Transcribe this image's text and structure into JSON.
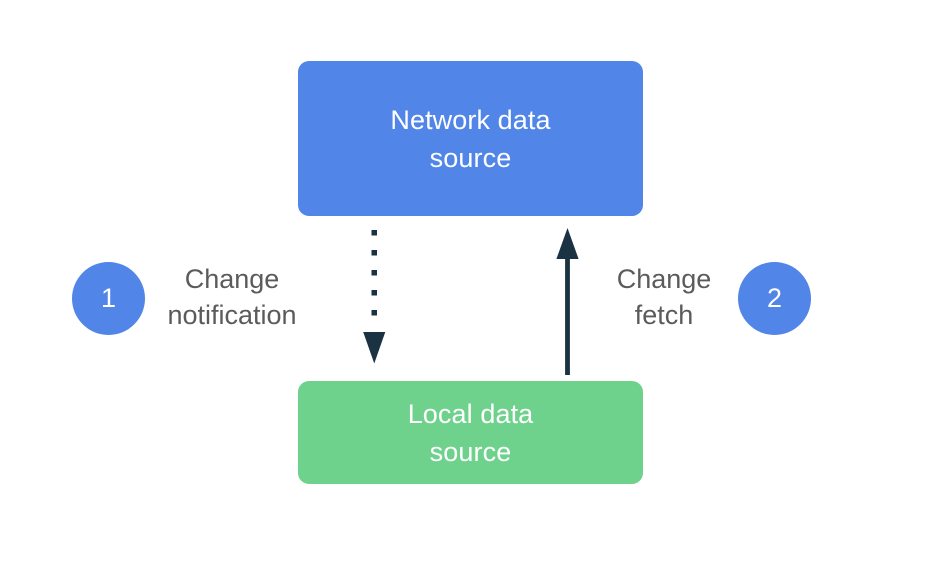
{
  "diagram": {
    "title_visible": false,
    "background_color": "#ffffff",
    "nodes": [
      {
        "id": "network-data-source",
        "label": "Network data\nsource",
        "color": "#5185e8",
        "text_color": "#ffffff"
      },
      {
        "id": "local-data-source",
        "label": "Local data\nsource",
        "color": "#6ed28d",
        "text_color": "#ffffff"
      }
    ],
    "badges": [
      {
        "id": "step-1",
        "number": "1",
        "color": "#5185e8"
      },
      {
        "id": "step-2",
        "number": "2",
        "color": "#5185e8"
      }
    ],
    "captions": [
      {
        "id": "change-notification",
        "text": "Change\nnotification",
        "color": "#5b5b5b"
      },
      {
        "id": "change-fetch",
        "text": "Change\nfetch",
        "color": "#5b5b5b"
      }
    ],
    "arrows": [
      {
        "id": "arrow-change-notification",
        "style": "dotted",
        "direction": "down",
        "from": "network-data-source",
        "to": "local-data-source",
        "color": "#1b3243"
      },
      {
        "id": "arrow-change-fetch",
        "style": "solid",
        "direction": "up",
        "from": "local-data-source",
        "to": "network-data-source",
        "color": "#1b3243"
      }
    ]
  }
}
